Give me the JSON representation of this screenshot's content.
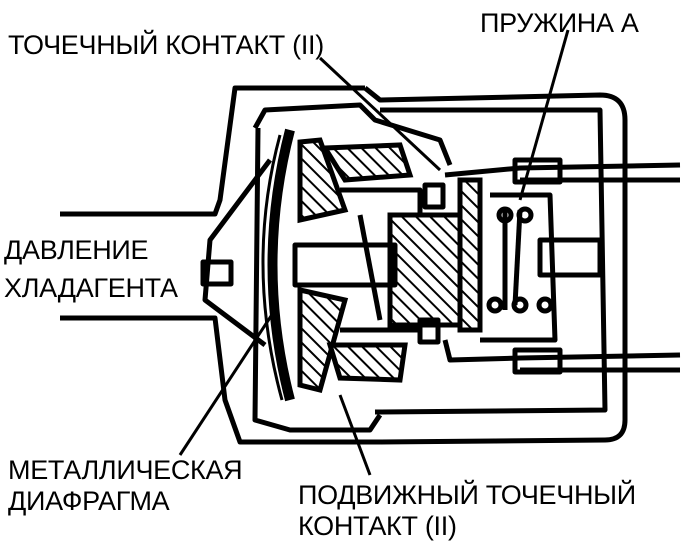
{
  "labels": {
    "point_contact": "ТОЧЕЧНЫЙ КОНТАКТ (II)",
    "spring_a": "ПРУЖИНА А",
    "pressure_line1": "ДАВЛЕНИЕ",
    "pressure_line2": "ХЛАДАГЕНТА",
    "diaphragm_line1": "МЕТАЛЛИЧЕСКАЯ",
    "diaphragm_line2": "ДИАФРАГМА",
    "movable_line1": "ПОДВИЖНЫЙ ТОЧЕЧНЫЙ",
    "movable_line2": "КОНТАКТ (II)"
  }
}
